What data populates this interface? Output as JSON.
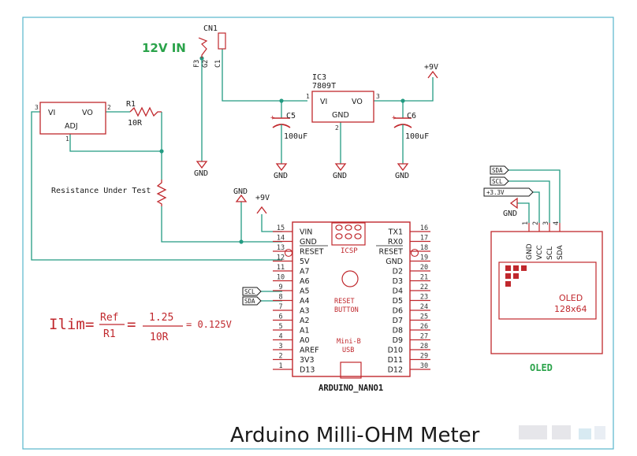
{
  "title": "Arduino Milli-OHM Meter",
  "colors": {
    "frame": "#57b6cc",
    "wire": "#239b82",
    "part": "#c0282d",
    "text": "#1a1a1a",
    "green_text": "#2aa34a",
    "pinnum": "#333333"
  },
  "input": {
    "label": "12V IN",
    "ref": "CN1",
    "pins": [
      "F3",
      "G2",
      "C1"
    ]
  },
  "regulator": {
    "ref": "IC3",
    "part": "7809T",
    "vi": "VI",
    "vo": "VO",
    "gnd": "GND",
    "pin1": "1",
    "pin2": "2",
    "pin3": "3"
  },
  "caps": [
    {
      "ref": "C5",
      "value": "100uF"
    },
    {
      "ref": "C6",
      "value": "100uF"
    }
  ],
  "rails": {
    "plus9": "+9V",
    "gnd": "GND"
  },
  "lm317": {
    "vi": "VI",
    "vo": "VO",
    "adj": "ADJ",
    "pin1": "1",
    "pin2": "2",
    "pin3": "3"
  },
  "resistor": {
    "ref": "R1",
    "value": "10R"
  },
  "rut_label": "Resistance Under Test",
  "arduino": {
    "name": "ARDUINO_NANO1",
    "icsp": "ICSP",
    "reset_button": [
      "RESET",
      "BUTTON"
    ],
    "usb": [
      "Mini-B",
      "USB"
    ],
    "left_pins": [
      {
        "num": "15",
        "name": "VIN"
      },
      {
        "num": "14",
        "name": "GND"
      },
      {
        "num": "13",
        "name": "RESET"
      },
      {
        "num": "12",
        "name": "5V"
      },
      {
        "num": "11",
        "name": "A7"
      },
      {
        "num": "10",
        "name": "A6"
      },
      {
        "num": "9",
        "name": "A5"
      },
      {
        "num": "8",
        "name": "A4"
      },
      {
        "num": "7",
        "name": "A3"
      },
      {
        "num": "6",
        "name": "A2"
      },
      {
        "num": "5",
        "name": "A1"
      },
      {
        "num": "4",
        "name": "A0"
      },
      {
        "num": "3",
        "name": "AREF"
      },
      {
        "num": "2",
        "name": "3V3"
      },
      {
        "num": "1",
        "name": "D13"
      }
    ],
    "right_pins": [
      {
        "num": "16",
        "name": "TX1"
      },
      {
        "num": "17",
        "name": "RX0"
      },
      {
        "num": "18",
        "name": "RESET"
      },
      {
        "num": "19",
        "name": "GND"
      },
      {
        "num": "20",
        "name": "D2"
      },
      {
        "num": "21",
        "name": "D3"
      },
      {
        "num": "22",
        "name": "D4"
      },
      {
        "num": "23",
        "name": "D5"
      },
      {
        "num": "24",
        "name": "D6"
      },
      {
        "num": "25",
        "name": "D7"
      },
      {
        "num": "26",
        "name": "D8"
      },
      {
        "num": "27",
        "name": "D9"
      },
      {
        "num": "28",
        "name": "D10"
      },
      {
        "num": "29",
        "name": "D11"
      },
      {
        "num": "30",
        "name": "D12"
      }
    ]
  },
  "net_tags": {
    "scl": "SCL",
    "sda": "SDA",
    "v33": "+3.3V"
  },
  "formula": {
    "lhs": "Ilim",
    "num1": "Ref",
    "den1": "R1",
    "num2": "1.25",
    "den2": "10R",
    "result": "= 0.125V"
  },
  "oled": {
    "caption": "OLED",
    "screen_text": [
      "OLED",
      "128x64"
    ],
    "pins": [
      {
        "num": "1",
        "name": "GND"
      },
      {
        "num": "2",
        "name": "VCC"
      },
      {
        "num": "3",
        "name": "SCL"
      },
      {
        "num": "4",
        "name": "SDA"
      }
    ]
  }
}
